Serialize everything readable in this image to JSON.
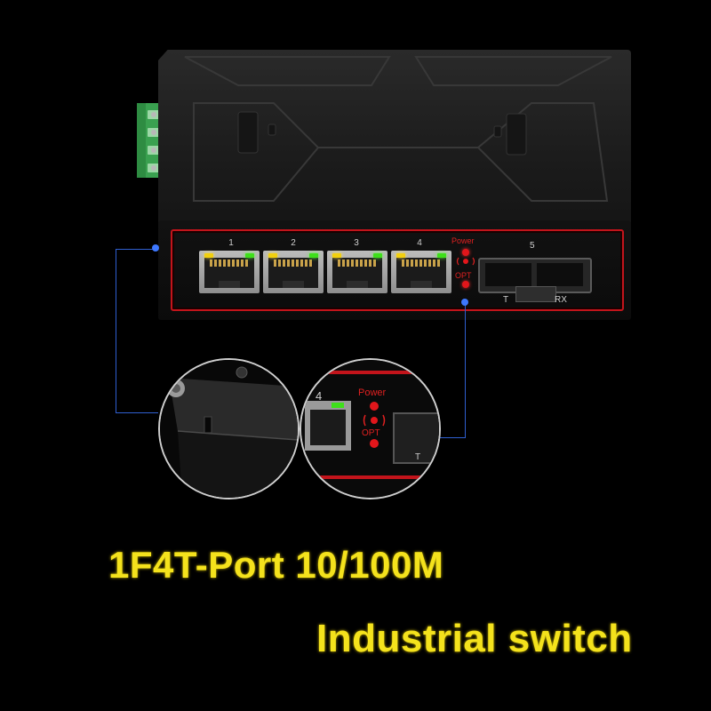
{
  "product": {
    "headline_line1": "1F4T-Port 10/100M",
    "headline_line2": "Industrial switch",
    "ports": [
      {
        "number": "1"
      },
      {
        "number": "2"
      },
      {
        "number": "3"
      },
      {
        "number": "4"
      }
    ],
    "fiber_port_number": "5",
    "fiber_tx_label": "T",
    "fiber_rx_label": "RX",
    "status": {
      "power_label": "Power",
      "opt_label": "OPT"
    },
    "zoom_detail": {
      "port_number": "4",
      "power_label": "Power",
      "opt_label": "OPT",
      "tx_label": "T"
    }
  },
  "colors": {
    "accent_red": "#c3141b",
    "headline_yellow": "#f4e21c",
    "callout_blue": "#2f5fd0",
    "link_led_green": "#3ee01a",
    "activity_led_yellow": "#f2d00e"
  },
  "icons": {
    "status_icon": "signal-wave-icon",
    "screw": "screw-icon"
  }
}
